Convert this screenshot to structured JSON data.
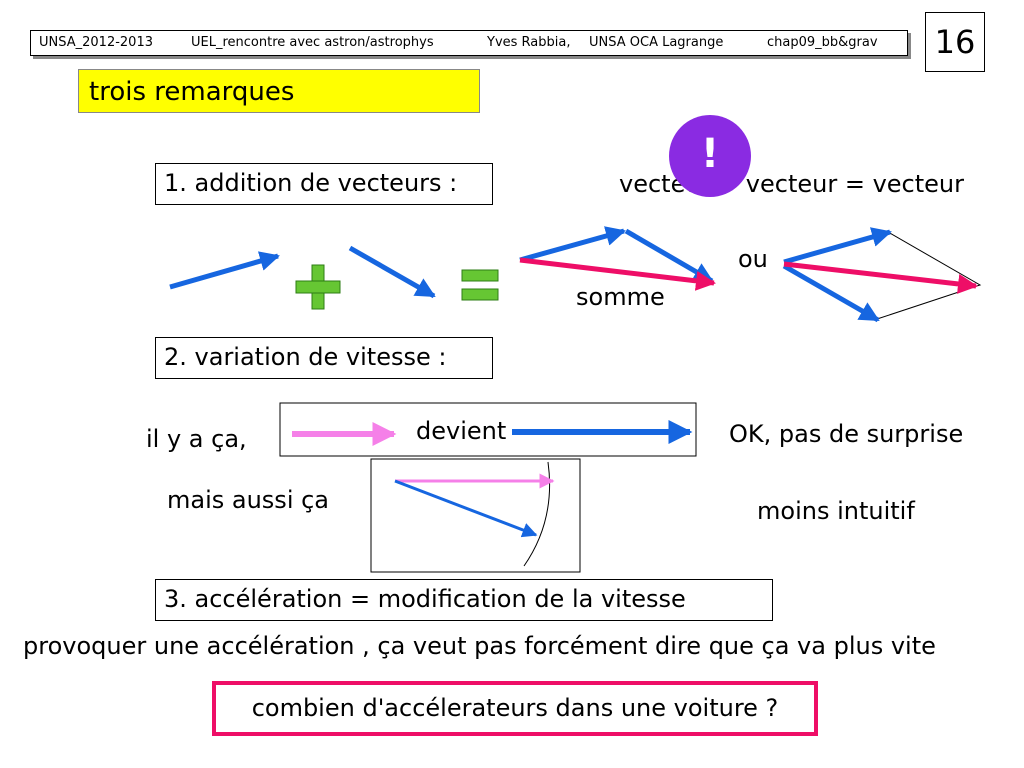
{
  "header": {
    "course": "UNSA_2012-2013",
    "module": "UEL_rencontre avec astron/astrophys",
    "author": "Yves Rabbia,",
    "institution": "UNSA OCA Lagrange",
    "chapter": "chap09_bb&grav",
    "page_number": "16"
  },
  "title": "trois remarques",
  "exclamation": "!",
  "section1": {
    "label": "1. addition de vecteurs :",
    "rule": "vecteur + vecteur = vecteur",
    "somme": "somme",
    "ou": "ou"
  },
  "section2": {
    "label": "2. variation de vitesse :",
    "il_y_a": "il y a ça,",
    "devient": "devient",
    "ok": "OK, pas de surprise",
    "mais_aussi": "mais aussi ça",
    "moins": "moins intuitif"
  },
  "section3": {
    "label": "3. accélération =  modification de la vitesse",
    "note": "provoquer une accélération , ça veut pas forcément dire que ça va plus vite"
  },
  "question": "combien d'accélerateurs dans une voiture ?",
  "colors": {
    "blue": "#1666e0",
    "red": "#ee0e67",
    "pink": "#f580e8",
    "green": "#66c633",
    "yellow": "#ffff00",
    "purple": "#8a2be2"
  }
}
